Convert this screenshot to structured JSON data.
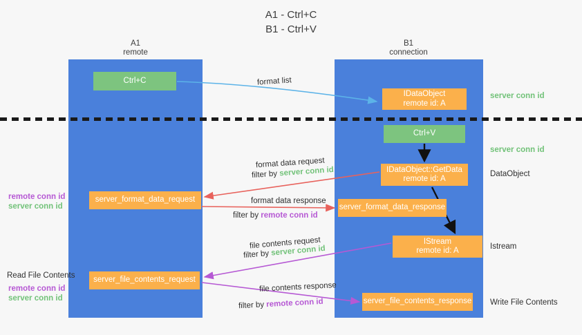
{
  "title": {
    "line1": "A1 - Ctrl+C",
    "line2": "B1 - Ctrl+V"
  },
  "columns": {
    "left": {
      "name": "A1",
      "role": "remote",
      "color": "#4a80db"
    },
    "right": {
      "name": "B1",
      "role": "connection",
      "color": "#4a80db"
    }
  },
  "colors": {
    "column_blue": "#4a80db",
    "node_green": "#7dc47f",
    "node_orange": "#fbb04b",
    "server_conn_green": "#72c279",
    "remote_conn_purple": "#b659d4",
    "arrow_blue": "#5cb3e8",
    "arrow_red": "#e8625c",
    "arrow_purple": "#b659d4",
    "arrow_black": "#111111",
    "background": "#f7f7f7"
  },
  "nodes": {
    "ctrl_c": {
      "label": "Ctrl+C",
      "style": "green"
    },
    "data_object": {
      "line1": "IDataObject",
      "line2": "remote id: A",
      "style": "orange"
    },
    "ctrl_v": {
      "label": "Ctrl+V",
      "style": "green"
    },
    "get_data": {
      "line1": "IDataObject::GetData",
      "line2": "remote id: A",
      "style": "orange"
    },
    "server_format_data_request": {
      "label": "server_format_data_request",
      "style": "orange"
    },
    "server_format_data_response": {
      "label": "server_format_data_response",
      "style": "orange"
    },
    "istream": {
      "line1": "IStream",
      "line2": "remote id: A",
      "style": "orange"
    },
    "server_file_contents_request": {
      "label": "server_file_contents_request",
      "style": "orange"
    },
    "server_file_contents_response": {
      "label": "server_file_contents_response",
      "style": "orange"
    }
  },
  "flows": {
    "format_list": "format list",
    "format_data_request": "format data request",
    "format_data_request_filter_prefix": "filter by ",
    "format_data_request_filter_key": "server conn id",
    "format_data_response": "format data response",
    "format_data_response_filter_prefix": "filter by ",
    "format_data_response_filter_key": "remote conn id",
    "file_contents_request": "file contents request",
    "file_contents_request_filter_prefix": "filter by ",
    "file_contents_request_filter_key": "server conn id",
    "file_contents_response": "file contents response",
    "file_contents_response_filter_prefix": "filter by ",
    "file_contents_response_filter_key": "remote conn id"
  },
  "right_labels": {
    "server_conn_id_top": "server conn id",
    "server_conn_id_second": "server conn id",
    "data_object": "DataObject",
    "istream": "Istream",
    "write_file_contents": "Write File Contents"
  },
  "left_labels": {
    "remote_conn_id_upper": "remote conn id",
    "server_conn_id_upper": "server conn id",
    "read_file_contents": "Read File Contents",
    "remote_conn_id_lower": "remote conn id",
    "server_conn_id_lower": "server conn id"
  }
}
